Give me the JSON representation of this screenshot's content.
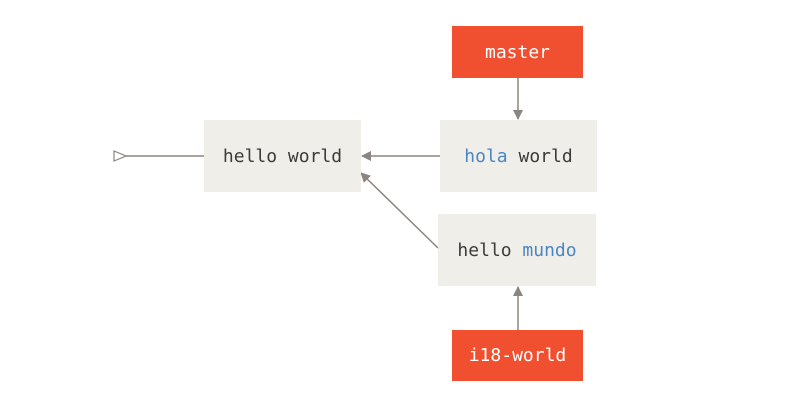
{
  "branches": {
    "master": "master",
    "i18_world": "i18-world"
  },
  "commits": {
    "base": {
      "word1": "hello",
      "word2": "world"
    },
    "hola": {
      "word1": "hola",
      "word2": "world"
    },
    "mundo": {
      "word1": "hello",
      "word2": "mundo"
    }
  },
  "colors": {
    "branch": "#f05030",
    "commit_bg": "#efeee8",
    "changed_word": "#4a86c5",
    "arrow": "#8a8580"
  }
}
